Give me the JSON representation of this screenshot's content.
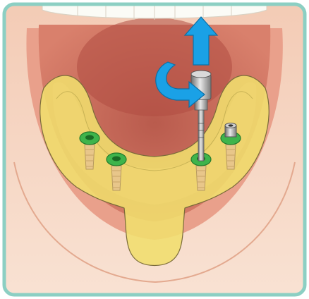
{
  "figure": {
    "frame_color": "#8ccfc3",
    "skin_color": "#f7d8c5",
    "lip_color": "#e79a86",
    "mouth_inner_color": "#c96a5a",
    "tray_color": "#f0de6d",
    "implant_ring_color": "#3fb44b",
    "arrow_color": "#1aa1e6",
    "implants": [
      {
        "type": "healing-abutment-green"
      },
      {
        "type": "healing-abutment-green"
      },
      {
        "type": "healing-abutment-green-with-driver"
      },
      {
        "type": "healing-abutment-green-with-fixture"
      }
    ],
    "arrows": [
      {
        "icon": "up-arrow-icon",
        "meaning": "lift"
      },
      {
        "icon": "rotate-arrow-icon",
        "meaning": "rotate"
      }
    ]
  }
}
